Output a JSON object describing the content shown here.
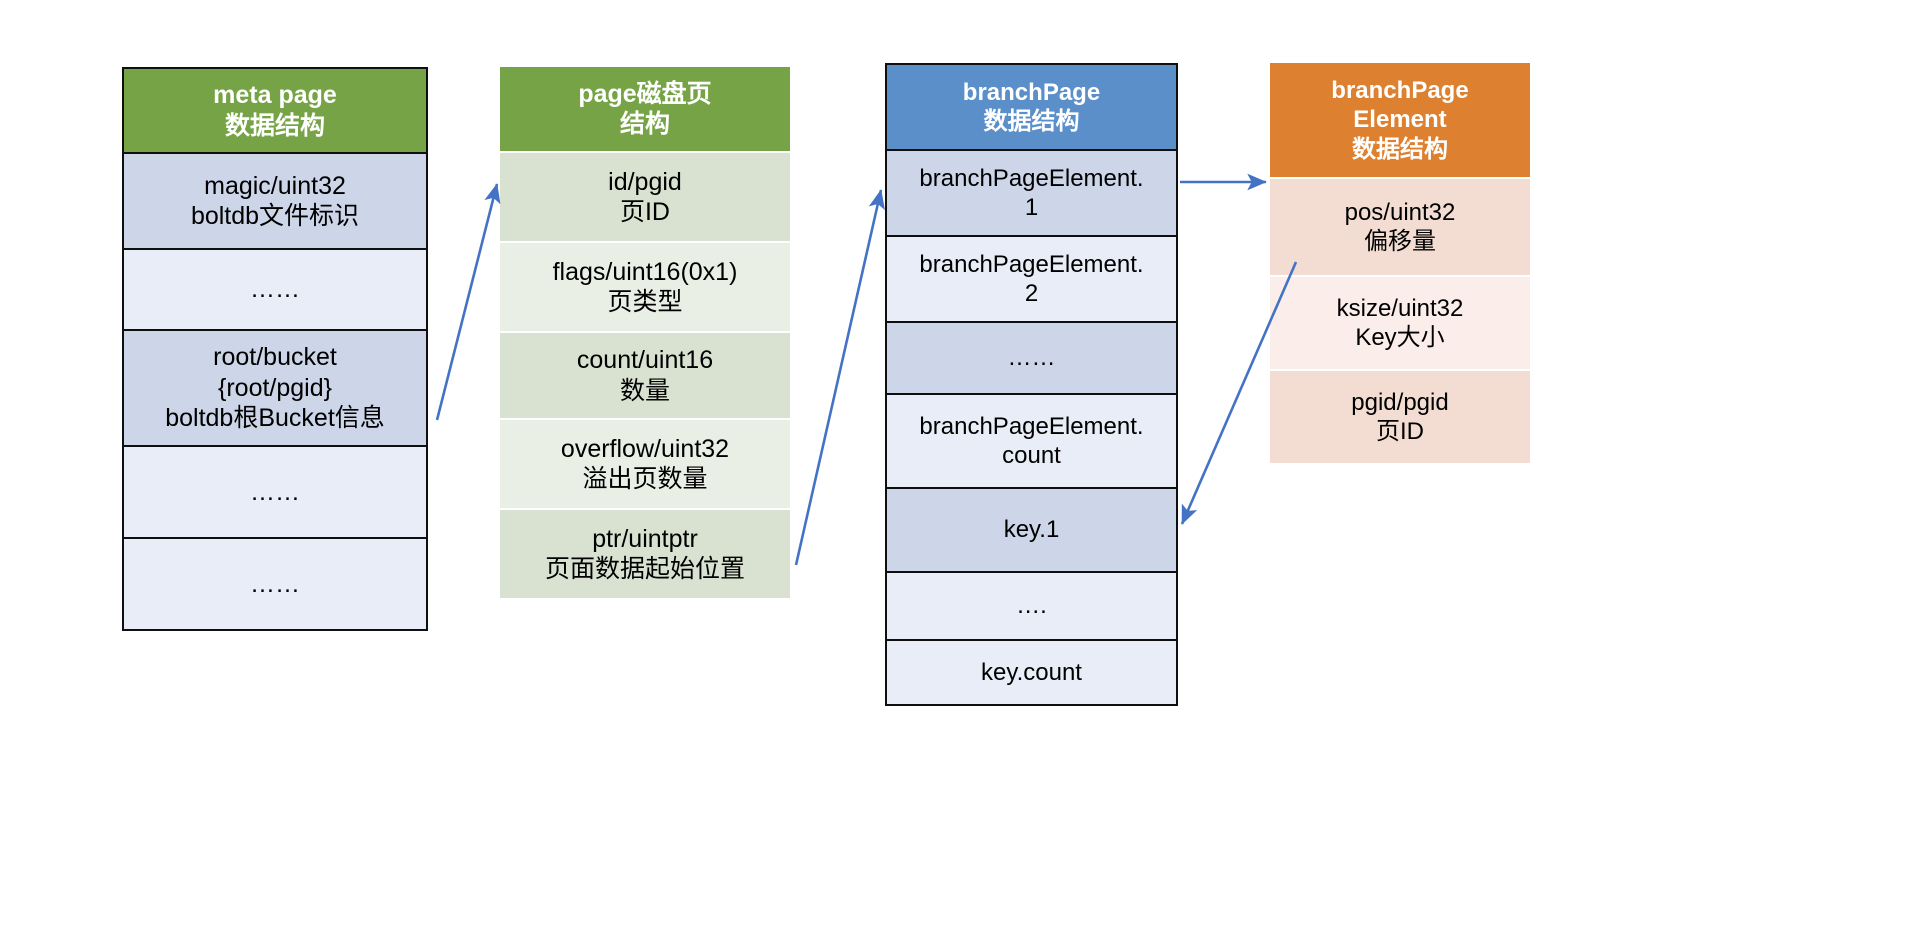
{
  "diagram": {
    "title": "boltdb page data structures",
    "accent_green": "#76a346",
    "accent_blue": "#5b8fc9",
    "accent_orange": "#dd802f",
    "arrow_color": "#4472c4"
  },
  "columns": [
    {
      "id": "meta-page",
      "header": "meta page\n数据结构",
      "header_color": "#76a346",
      "rows": [
        {
          "text": "magic/uint32\nboltdb文件标识",
          "shade": "dark"
        },
        {
          "text": "……",
          "shade": "light"
        },
        {
          "text": "root/bucket\n{root/pgid}\nboltdb根Bucket信息",
          "shade": "dark"
        },
        {
          "text": "……",
          "shade": "light"
        },
        {
          "text": "……",
          "shade": "light"
        }
      ]
    },
    {
      "id": "page-disk",
      "header": "page磁盘页\n结构",
      "header_color": "#76a346",
      "rows": [
        {
          "text": "id/pgid\n页ID",
          "shade": "dark"
        },
        {
          "text": "flags/uint16(0x1)\n页类型",
          "shade": "light"
        },
        {
          "text": "count/uint16\n数量",
          "shade": "dark"
        },
        {
          "text": "overflow/uint32\n溢出页数量",
          "shade": "light"
        },
        {
          "text": "ptr/uintptr\n页面数据起始位置",
          "shade": "dark"
        }
      ]
    },
    {
      "id": "branch-page",
      "header": "branchPage\n数据结构",
      "header_color": "#5b8fc9",
      "rows": [
        {
          "text": "branchPageElement.\n1",
          "shade": "dark"
        },
        {
          "text": "branchPageElement.\n2",
          "shade": "light"
        },
        {
          "text": "……",
          "shade": "dark"
        },
        {
          "text": "branchPageElement.\ncount",
          "shade": "light"
        },
        {
          "text": "key.1",
          "shade": "dark"
        },
        {
          "text": "….",
          "shade": "light"
        },
        {
          "text": "key.count",
          "shade": "light"
        }
      ]
    },
    {
      "id": "branch-page-element",
      "header": "branchPage\nElement\n数据结构",
      "header_color": "#dd802f",
      "rows": [
        {
          "text": "pos/uint32\n偏移量",
          "shade": "dark"
        },
        {
          "text": "ksize/uint32\nKey大小",
          "shade": "light"
        },
        {
          "text": "pgid/pgid\n页ID",
          "shade": "dark"
        }
      ]
    }
  ],
  "arrows": [
    {
      "name": "meta-root-to-page-id",
      "from": "meta page root/bucket row",
      "to": "page磁盘页 id/pgid row"
    },
    {
      "name": "page-ptr-to-branchpage",
      "from": "page磁盘页 ptr/uintptr row",
      "to": "branchPage branchPageElement.1 row"
    },
    {
      "name": "branchpageelement1-to-element",
      "from": "branchPage branchPageElement.1 row",
      "to": "branchPageElement header"
    },
    {
      "name": "element-pos-to-key1",
      "from": "branchPageElement pos/uint32 row",
      "to": "branchPage key.1 row"
    }
  ]
}
